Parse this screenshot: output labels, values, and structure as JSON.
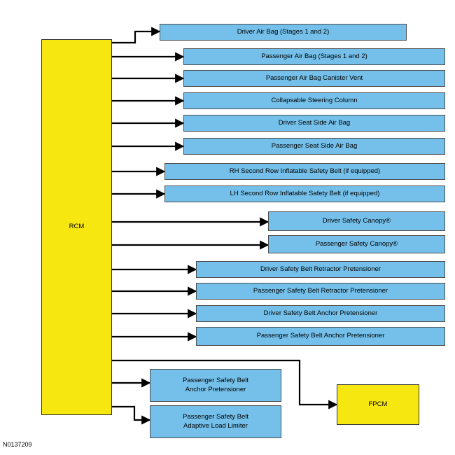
{
  "rcm_label": "RCM",
  "fpcm_label": "FPCM",
  "figure_id": "N0137209",
  "colors": {
    "module_fill": "#f6e710",
    "output_fill": "#74c0ea",
    "wire": "#000000"
  },
  "outputs": [
    "Driver Air Bag (Stages 1 and 2)",
    "Passenger Air Bag (Stages 1 and 2)",
    "Passenger Air Bag Canister Vent",
    "Collapsable Steering Column",
    "Driver Seat Side Air Bag",
    "Passenger Seat Side Air Bag",
    "RH Second Row Inflatable Safety Belt (if equipped)",
    "LH Second Row Inflatable Safety Belt (if equipped)",
    "Driver Safety Canopy®",
    "Passenger Safety Canopy®",
    "Driver Safety Belt Retractor Pretensioner",
    "Passenger Safety Belt Retractor Pretensioner",
    "Driver Safety Belt Anchor Pretensioner",
    "Passenger Safety Belt Anchor Pretensioner",
    "Passenger Safety Belt\nAnchor Pretensioner",
    "Passenger Safety Belt\nAdaptive Load Limiter"
  ]
}
